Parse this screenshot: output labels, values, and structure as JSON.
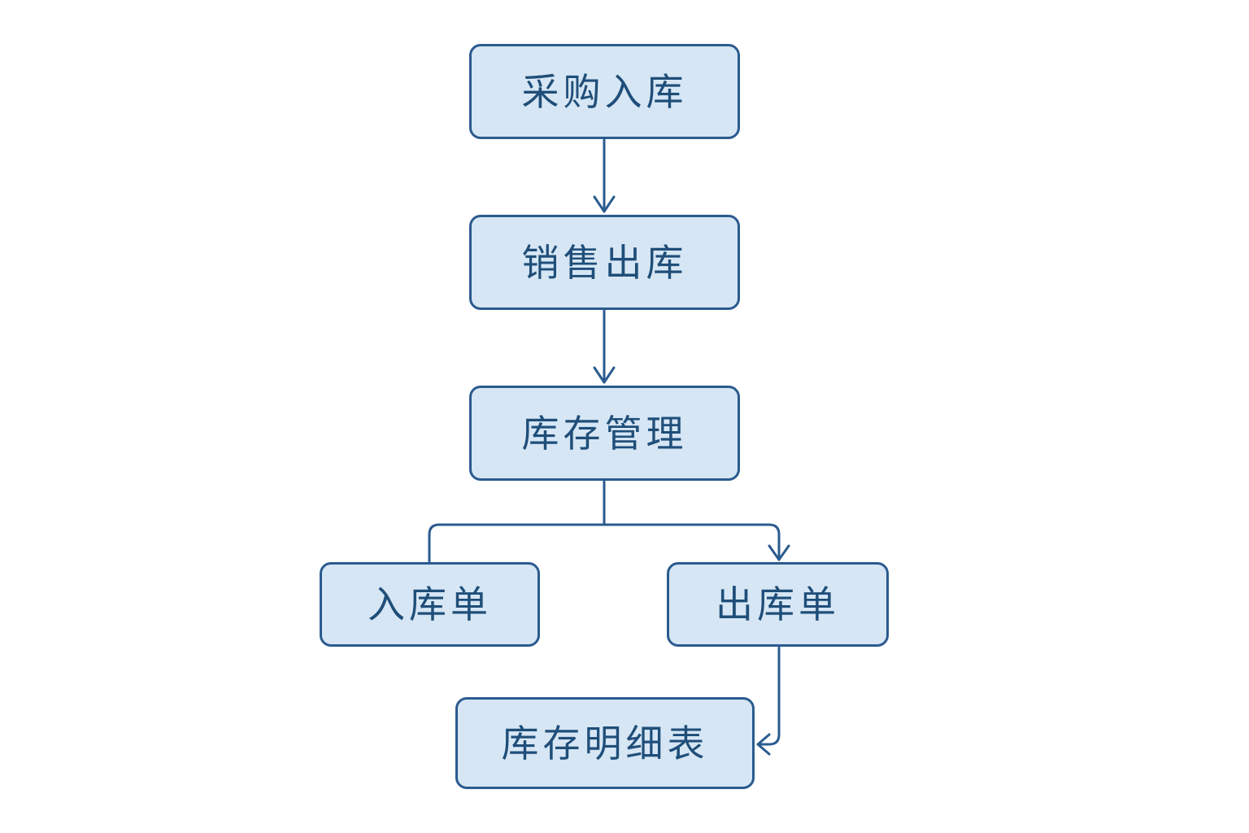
{
  "diagram": {
    "nodes": {
      "purchase_inbound": "采购入库",
      "sales_outbound": "销售出库",
      "inventory_management": "库存管理",
      "inbound_order": "入库单",
      "outbound_order": "出库单",
      "inventory_detail": "库存明细表"
    },
    "edges": [
      {
        "from": "purchase_inbound",
        "to": "sales_outbound"
      },
      {
        "from": "sales_outbound",
        "to": "inventory_management"
      },
      {
        "from": "inventory_management",
        "to": "inbound_order"
      },
      {
        "from": "inventory_management",
        "to": "outbound_order"
      },
      {
        "from": "outbound_order",
        "to": "inventory_detail"
      }
    ],
    "colors": {
      "node_fill": "#d6e6f4",
      "node_border": "#2b5b8f",
      "text": "#1f4e79",
      "connector": "#2b5b8f"
    }
  }
}
